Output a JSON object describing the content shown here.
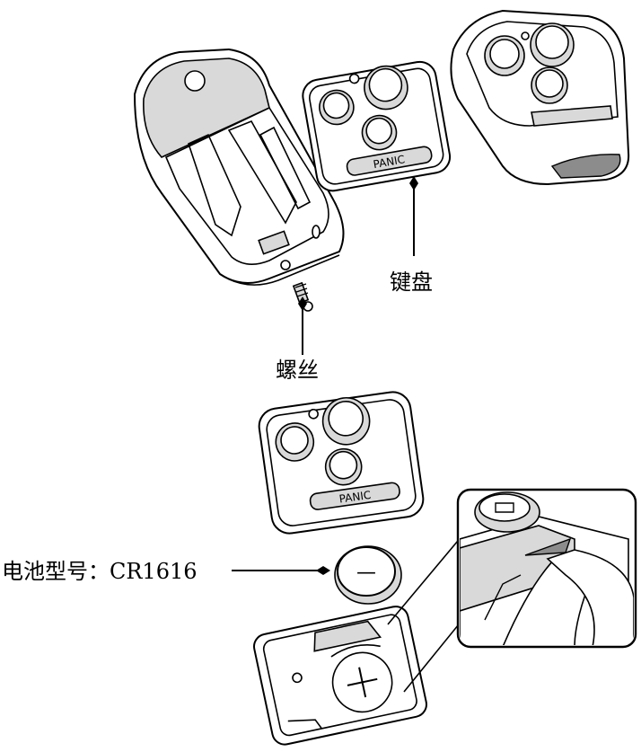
{
  "labels": {
    "keypad": "键盘",
    "screw": "螺丝",
    "battery": "电池型号：CR1616"
  },
  "keypad_text": "PANIC",
  "battery_symbol": "—",
  "colors": {
    "line": "#000000",
    "fill": "#ffffff",
    "shade": "#d9d9d9"
  }
}
